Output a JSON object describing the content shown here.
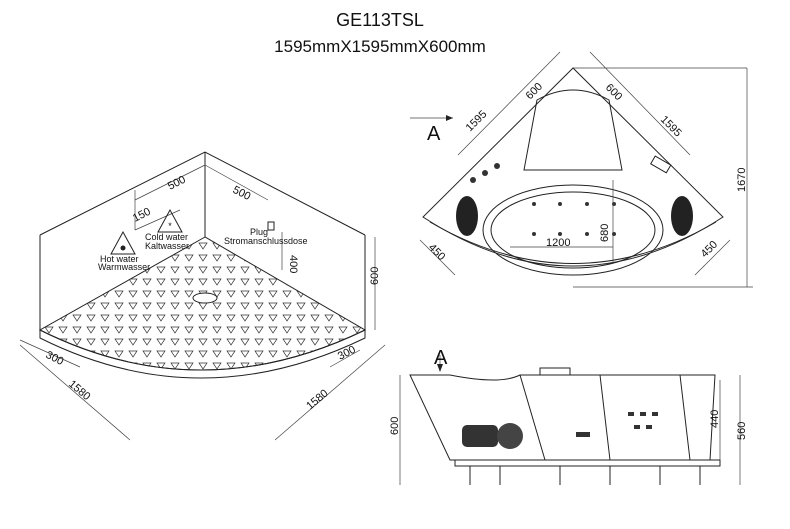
{
  "header": {
    "model": "GE113TSL",
    "dimensions": "1595mmX1595mmX600mm"
  },
  "room_view": {
    "dims": {
      "wall_left": "500",
      "wall_right": "500",
      "offset": "150",
      "plug_height": "400",
      "wall_height": "600",
      "edge_left": "300",
      "edge_right": "300",
      "side_left": "1580",
      "side_right": "1580"
    },
    "labels": {
      "cold_en": "Cold water",
      "cold_de": "Kaltwasser",
      "hot_en": "Hot water",
      "hot_de": "Warmwasser",
      "plug_en": "Plug",
      "plug_de": "Stromanschlussdose"
    }
  },
  "top_view": {
    "view_marker": "A",
    "dims": {
      "side_left": "1595",
      "side_right": "1595",
      "seat_left": "600",
      "seat_right": "600",
      "front_left": "450",
      "front_right": "450",
      "depth": "1670",
      "basin_length": "1200",
      "basin_width": "680"
    }
  },
  "side_view": {
    "view_marker": "A",
    "dims": {
      "total_height": "600",
      "basin_depth": "440",
      "overall_height": "560"
    }
  }
}
